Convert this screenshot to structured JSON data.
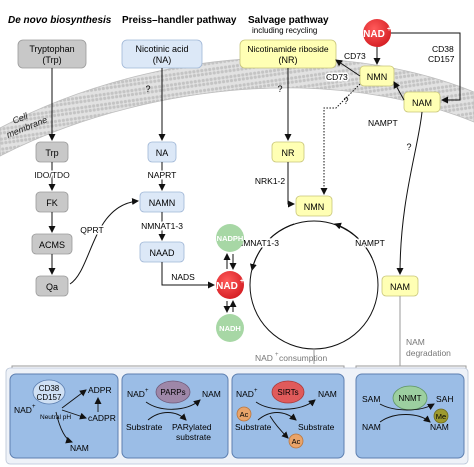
{
  "headers": {
    "de_novo": "De novo biosynthesis",
    "preiss": "Preiss–handler pathway",
    "salvage": "Salvage pathway",
    "salvage_sub": "including recycling"
  },
  "membrane": {
    "label_line1": "Cell",
    "label_line2": "membrane"
  },
  "nodes": {
    "trp_out_1": "Tryptophan",
    "trp_out_2": "(Trp)",
    "na_out_1": "Nicotinic acid",
    "na_out_2": "(NA)",
    "nr_out_1": "Nicotinamide riboside",
    "nr_out_2": "(NR)",
    "nad_out_sup": "+",
    "nad_out_base": "NAD",
    "nmn_out": "NMN",
    "nam_out": "NAM",
    "trp_in": "Trp",
    "fk": "FK",
    "acms": "ACMS",
    "qa": "Qa",
    "na_in": "NA",
    "namn": "NAMN",
    "naad": "NAAD",
    "nr_in": "NR",
    "nmn_in": "NMN",
    "nam_in": "NAM",
    "nad_center_base": "NAD",
    "nad_center_sup": "+",
    "nadph": "NADPH",
    "nadh": "NADH"
  },
  "enzymes": {
    "ido_tdo": "IDO/TDO",
    "qprt": "QPRT",
    "naprt": "NAPRT",
    "nmnat_top": "NMNAT1-3",
    "nads": "NADS",
    "nrk": "NRK1-2",
    "nmnat_mid": "NMNAT1-3",
    "nampt_mid": "NAMPT",
    "nampt_top": "NAMPT",
    "cd73_a": "CD73",
    "cd73_b": "CD73",
    "cd38": "CD38",
    "cd157": "CD157",
    "q1": "?",
    "q2": "?",
    "q3": "?",
    "q4": "?"
  },
  "sections": {
    "consumption_sup": "+",
    "consumption_pre": "NAD",
    "consumption_post": " consumption",
    "degradation_1": "NAM",
    "degradation_2": "degradation"
  },
  "panel_cd38": {
    "cd38": "CD38",
    "cd157": "CD157",
    "nad_base": "NAD",
    "nad_sup": "+",
    "neutral": "Neutral pH",
    "adpr": "ADPR",
    "cadpr": "cADPR",
    "nam": "NAM"
  },
  "panel_parp": {
    "nad_base": "NAD",
    "nad_sup": "+",
    "parps": "PARPs",
    "nam": "NAM",
    "substrate": "Substrate",
    "product_1": "PARylated",
    "product_2": "substrate"
  },
  "panel_sirt": {
    "nad_base": "NAD",
    "nad_sup": "+",
    "sirts": "SIRTs",
    "nam": "NAM",
    "ac1": "Ac",
    "ac2": "Ac",
    "substrate_left": "Substrate",
    "substrate_right": "Substrate"
  },
  "panel_nnmt": {
    "sam": "SAM",
    "nnmt": "NNMT",
    "sah": "SAH",
    "nam": "NAM",
    "me": "Me",
    "nam_right": "NAM"
  },
  "colors": {
    "gray_box": "#c8c8c8",
    "blue_box": "#dce8f7",
    "yellow_box": "#ffffb4",
    "nad_red": "#e8232d",
    "nadph_green": "#a7d7a5",
    "panel_blue": "#9bbde6",
    "parp_purple": "#9e87a8",
    "sirt_red": "#e05a5a",
    "ac_orange": "#e9a46a",
    "nnmt_green": "#9ccfa0",
    "me_olive": "#9d9a2f"
  }
}
